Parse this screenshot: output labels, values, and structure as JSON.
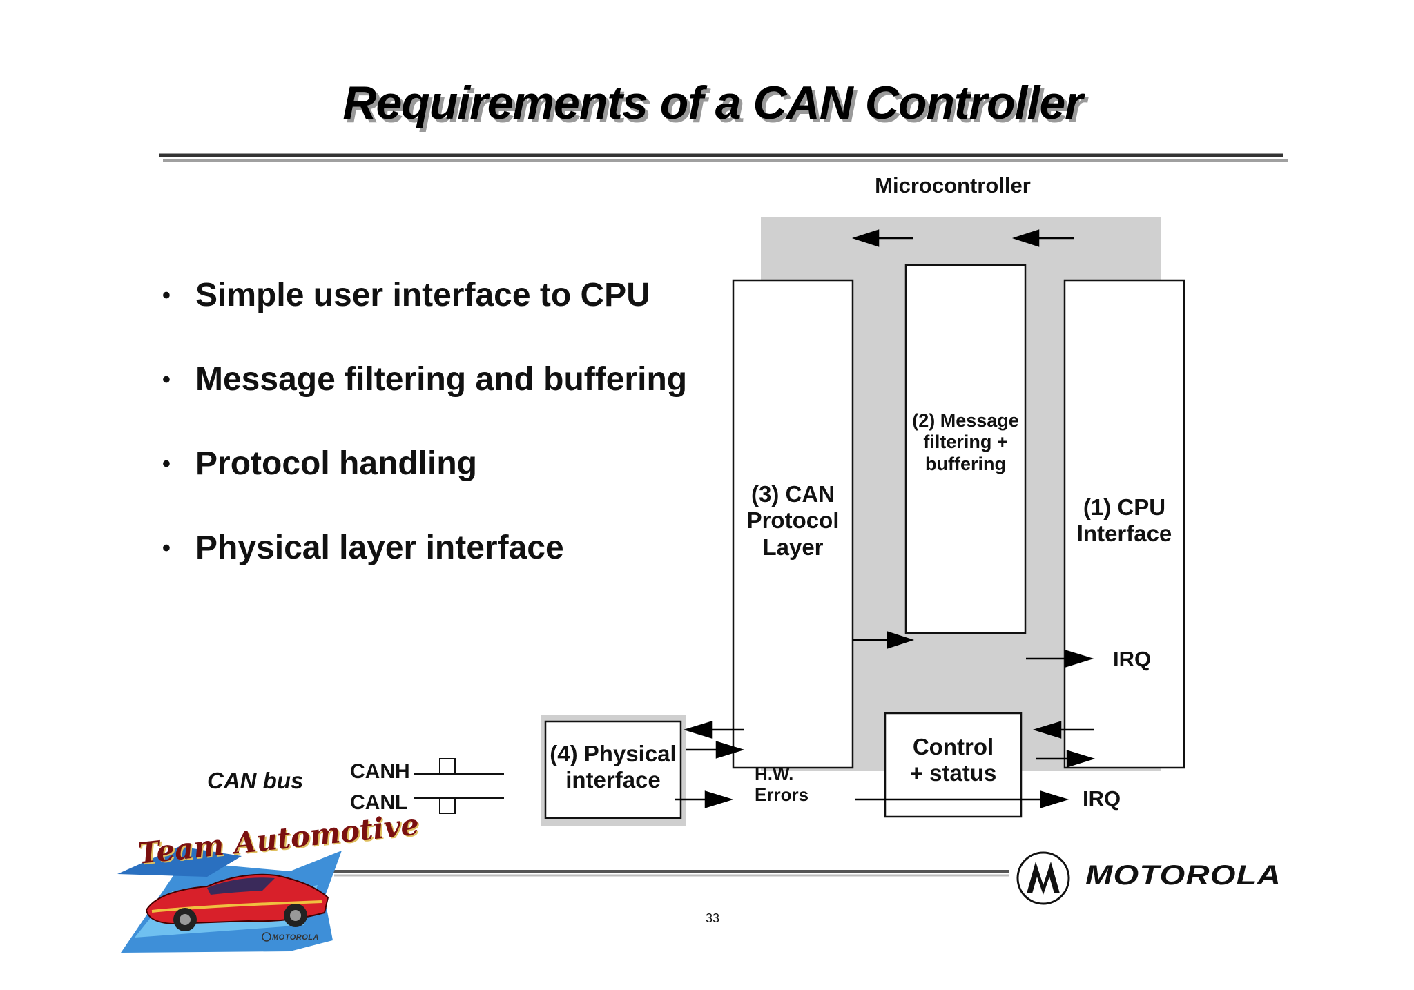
{
  "slide": {
    "title": "Requirements of a CAN Controller",
    "bullets": [
      "Simple user interface to CPU",
      "Message filtering and buffering",
      "Protocol handling",
      "Physical layer interface"
    ],
    "page_number": "33"
  },
  "diagram": {
    "microcontroller_label": "Microcontroller",
    "can_protocol_layer": [
      "(3) CAN",
      "Protocol",
      "Layer"
    ],
    "message_filtering": [
      "(2) Message",
      "filtering +",
      "buffering"
    ],
    "cpu_interface": [
      "(1) CPU",
      "Interface"
    ],
    "physical_interface": [
      "(4) Physical",
      "interface"
    ],
    "control_status": [
      "Control",
      "+ status"
    ],
    "hw_errors": [
      "H.W.",
      "Errors"
    ],
    "irq_upper": "IRQ",
    "irq_lower": "IRQ",
    "can_bus": "CAN bus",
    "canh": "CANH",
    "canl": "CANL"
  },
  "branding": {
    "team_logo_text": "Team Automotive",
    "team_logo_small": "MOTOROLA",
    "company": "MOTOROLA"
  },
  "colors": {
    "microcontroller_fill": "#d0d0d0",
    "rule_dark": "#222222",
    "rule_light": "#9a9a9a",
    "arrow": "#000000"
  }
}
